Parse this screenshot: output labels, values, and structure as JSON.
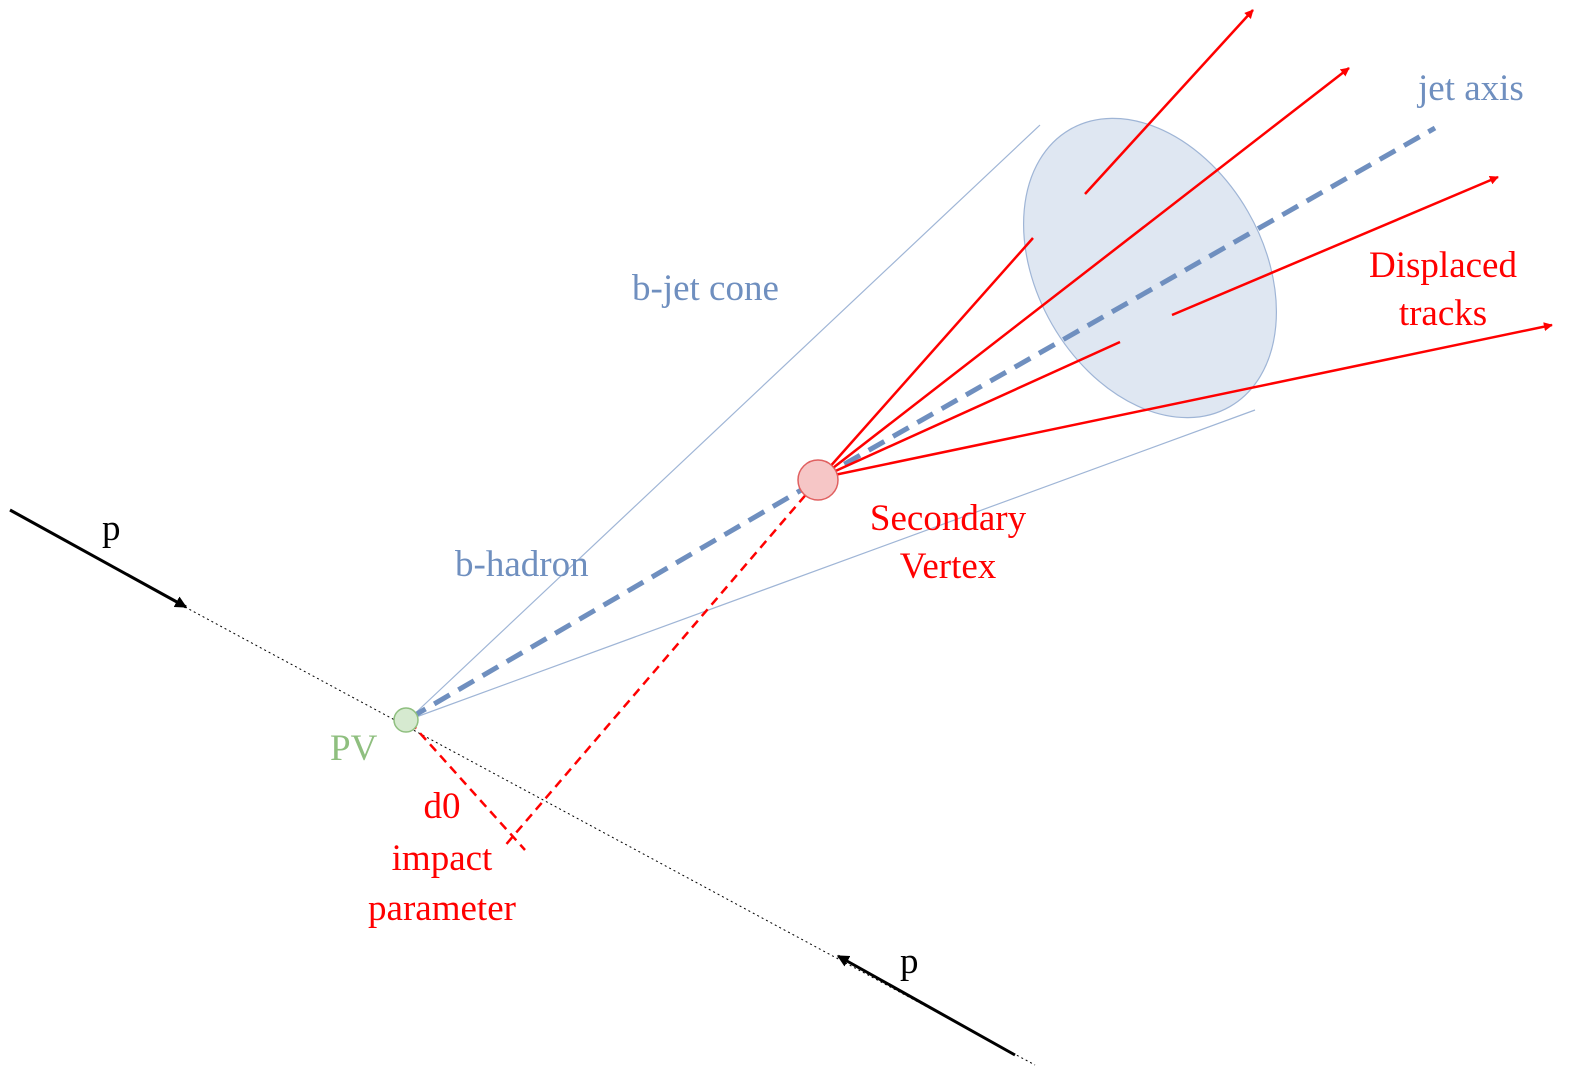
{
  "labels": {
    "jet_axis": "jet axis",
    "bjet_cone": "b-jet cone",
    "displaced_line1": "Displaced",
    "displaced_line2": "tracks",
    "secondary_line1": "Secondary",
    "secondary_line2": "Vertex",
    "b_hadron": "b-hadron",
    "pv": "PV",
    "d0_line1": "d0",
    "d0_line2": "impact",
    "d0_line3": "parameter",
    "proton_top": "p",
    "proton_bottom": "p"
  },
  "colors": {
    "track_red": "#ff0000",
    "label_red": "#ff0000",
    "axis_blue": "#6f8fbf",
    "cone_blue": "#9fb5d6",
    "cone_fill": "#dfe7f2",
    "pv_green": "#8fbf7f",
    "pv_fill": "#d6ead0",
    "sv_fill": "#f6c6c6",
    "beam_black": "#000000"
  },
  "icons": {
    "primary_vertex": "circle-icon",
    "secondary_vertex": "circle-icon",
    "track_arrow": "arrowhead-icon"
  }
}
